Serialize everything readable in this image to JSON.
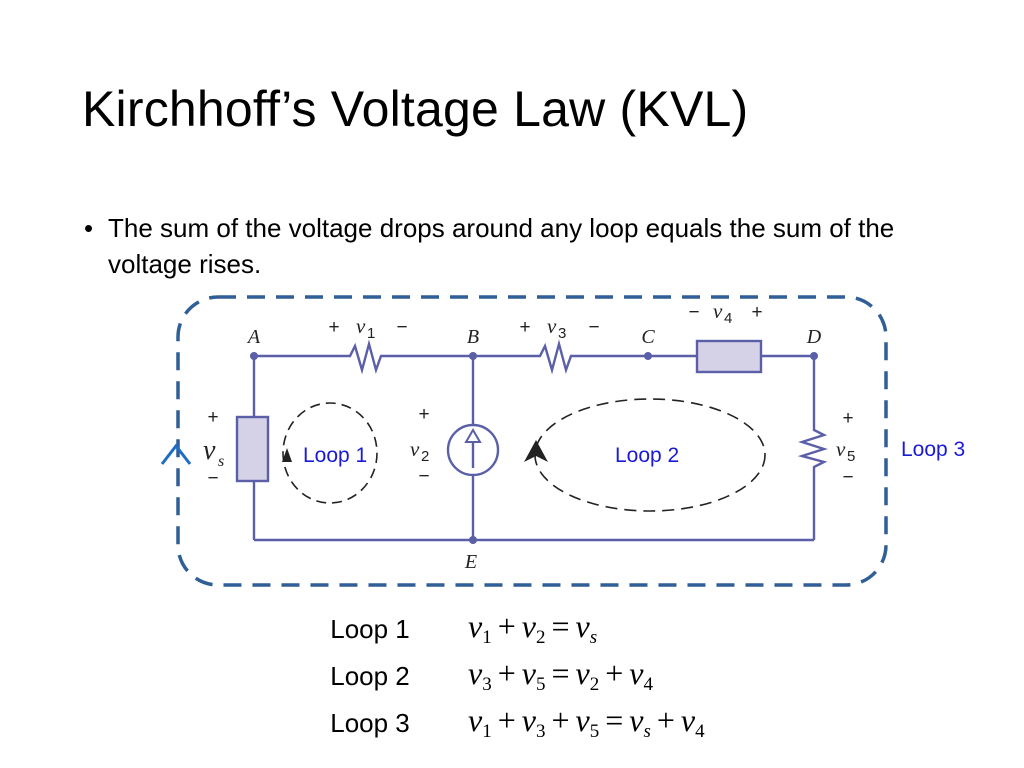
{
  "slide": {
    "title": "Kirchhoff’s Voltage Law (KVL)",
    "bullet": "The sum of the voltage drops around any loop equals the sum of the voltage rises."
  },
  "diagram": {
    "nodes": {
      "a": "A",
      "b": "B",
      "c": "C",
      "d": "D",
      "e": "E"
    },
    "voltages": {
      "v1": "v",
      "v1_sub": "1",
      "v2": "v",
      "v2_sub": "2",
      "v3": "v",
      "v3_sub": "3",
      "v4": "v",
      "v4_sub": "4",
      "v5": "v",
      "v5_sub": "5",
      "vs": "v",
      "vs_sub": "s"
    },
    "signs": {
      "plus": "+",
      "minus": "−"
    },
    "loops": {
      "loop1": "Loop 1",
      "loop2": "Loop 2",
      "loop3": "Loop 3"
    },
    "colors": {
      "wire": "#5a5fa8",
      "element_fill": "#d5d1e6",
      "dashed": "#2f5f96",
      "loop_label": "#1a1ad8",
      "arrow": "#1f6cc4"
    }
  },
  "equations": [
    {
      "label": "Loop 1",
      "lhs": [
        {
          "sym": "v",
          "sub": "1"
        },
        {
          "sym": "v",
          "sub": "2"
        }
      ],
      "rhs": [
        {
          "sym": "v",
          "sub": "s"
        }
      ],
      "plus": "+",
      "eq": "="
    },
    {
      "label": "Loop 2",
      "lhs": [
        {
          "sym": "v",
          "sub": "3"
        },
        {
          "sym": "v",
          "sub": "5"
        }
      ],
      "rhs": [
        {
          "sym": "v",
          "sub": "2"
        },
        {
          "sym": "v",
          "sub": "4"
        }
      ],
      "plus": "+",
      "eq": "="
    },
    {
      "label": "Loop 3",
      "lhs": [
        {
          "sym": "v",
          "sub": "1"
        },
        {
          "sym": "v",
          "sub": "3"
        },
        {
          "sym": "v",
          "sub": "5"
        }
      ],
      "rhs": [
        {
          "sym": "v",
          "sub": "s"
        },
        {
          "sym": "v",
          "sub": "4"
        }
      ],
      "plus": "+",
      "eq": "="
    }
  ]
}
